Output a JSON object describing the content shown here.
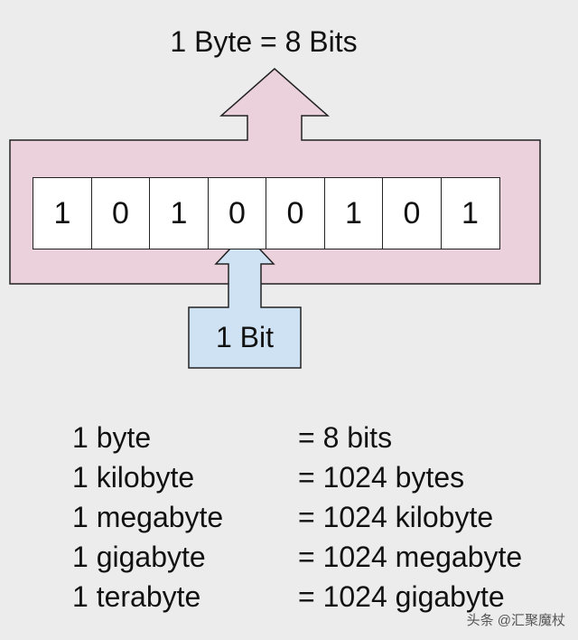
{
  "diagram": {
    "byte_label": "1 Byte = 8 Bits",
    "bits": [
      "1",
      "0",
      "1",
      "0",
      "0",
      "1",
      "0",
      "1"
    ],
    "bit_label": "1 Bit",
    "colors": {
      "byte_frame_fill": "#ead1dc",
      "bit_frame_fill": "#cfe2f3",
      "outline": "#222222",
      "cell_fill": "#ffffff",
      "background": "#ececec"
    }
  },
  "conversions": [
    {
      "unit": "1 byte",
      "value": "= 8 bits"
    },
    {
      "unit": "1 kilobyte",
      "value": "= 1024 bytes"
    },
    {
      "unit": "1 megabyte",
      "value": "= 1024 kilobyte"
    },
    {
      "unit": "1 gigabyte",
      "value": "= 1024 megabyte"
    },
    {
      "unit": "1 terabyte",
      "value": "= 1024 gigabyte"
    }
  ],
  "watermark": "头条 @汇聚魔杖"
}
